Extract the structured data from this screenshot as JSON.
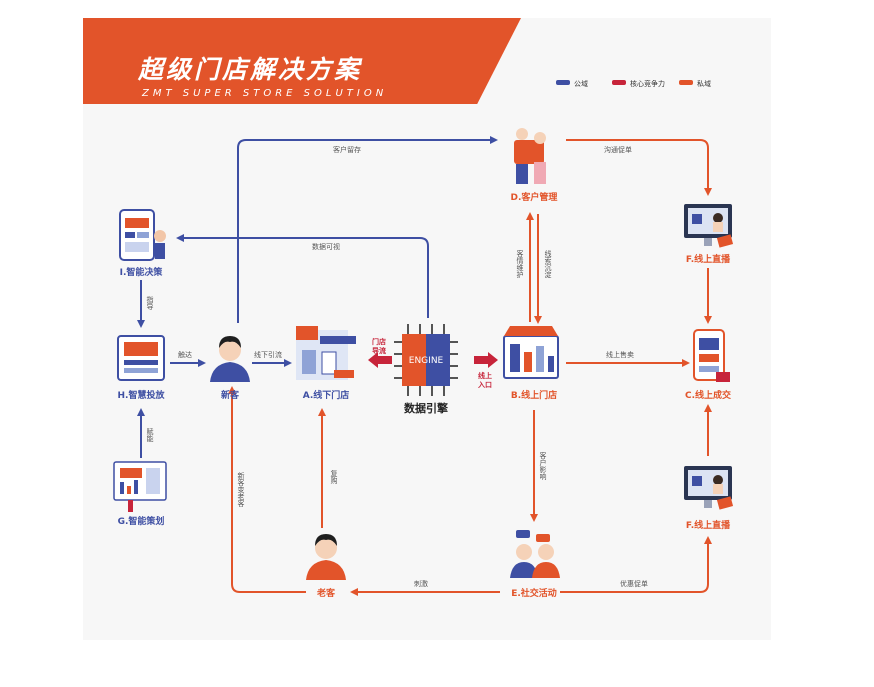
{
  "header": {
    "title": "超级门店解决方案",
    "subtitle": "ZMT SUPER STORE SOLUTION"
  },
  "legend": [
    {
      "label": "公域",
      "color": "#3e4fa3"
    },
    {
      "label": "核心竞争力",
      "color": "#c7243a"
    },
    {
      "label": "私域",
      "color": "#e2542a"
    }
  ],
  "colors": {
    "public": "#3e4fa3",
    "core": "#c7243a",
    "private": "#e2542a"
  },
  "nodes": {
    "smart_decision": "I.智能决策",
    "smart_delivery": "H.智慧投放",
    "smart_planning": "G.智能策划",
    "new_customer": "新客",
    "offline_store": "A.线下门店",
    "engine": "数据引擎",
    "engine_chip": "ENGINE",
    "online_store": "B.线上门店",
    "customer_mgmt": "D.客户管理",
    "live_top": "F.线上直播",
    "online_deal": "C.线上成交",
    "live_bottom": "F.线上直播",
    "social": "E.社交活动",
    "old_customer": "老客"
  },
  "edges": {
    "guide": "指导",
    "empower": "赋能",
    "reach": "触达",
    "offline_lead": "线下引流",
    "customer_retain": "客户留存",
    "data_visual": "数据可视",
    "store_divert_1": "门店",
    "store_divert_2": "导流",
    "online_entry_1": "线上",
    "online_entry_2": "入口",
    "emotion_maintain": "客情维护",
    "lead_settle": "线索沉淀",
    "communicate_promote": "沟通促单",
    "online_sale": "线上售卖",
    "customer_influence": "客户影响",
    "discount_promote": "优惠促单",
    "stimulate": "刺激",
    "repurchase": "复购",
    "new_to_old": "新客变老客"
  }
}
